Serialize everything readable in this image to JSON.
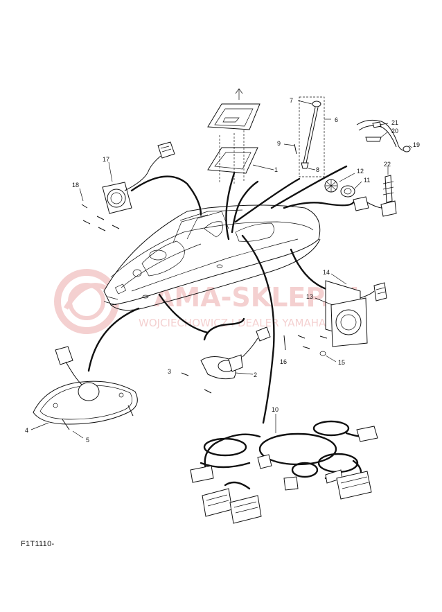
{
  "diagram": {
    "reference_code": "F1T1110-",
    "watermark": {
      "title": "AMA-SKLEP.PL",
      "subtitle": "WOJCIECHOWICZ I DEALER YAMAHA"
    },
    "callouts": [
      {
        "id": "1",
        "label": "1"
      },
      {
        "id": "2",
        "label": "2"
      },
      {
        "id": "3",
        "label": "3"
      },
      {
        "id": "4",
        "label": "4"
      },
      {
        "id": "5",
        "label": "5"
      },
      {
        "id": "6",
        "label": "6"
      },
      {
        "id": "7",
        "label": "7"
      },
      {
        "id": "8",
        "label": "8"
      },
      {
        "id": "9",
        "label": "9"
      },
      {
        "id": "10",
        "label": "10"
      },
      {
        "id": "11",
        "label": "11"
      },
      {
        "id": "12",
        "label": "12"
      },
      {
        "id": "13",
        "label": "13"
      },
      {
        "id": "14",
        "label": "14"
      },
      {
        "id": "15",
        "label": "15"
      },
      {
        "id": "16",
        "label": "16"
      },
      {
        "id": "17",
        "label": "17"
      },
      {
        "id": "18",
        "label": "18"
      },
      {
        "id": "19",
        "label": "19"
      },
      {
        "id": "20",
        "label": "20"
      },
      {
        "id": "21",
        "label": "21"
      },
      {
        "id": "22",
        "label": "22"
      }
    ],
    "colors": {
      "line": "#111111",
      "watermark": "#e07a7a"
    }
  }
}
